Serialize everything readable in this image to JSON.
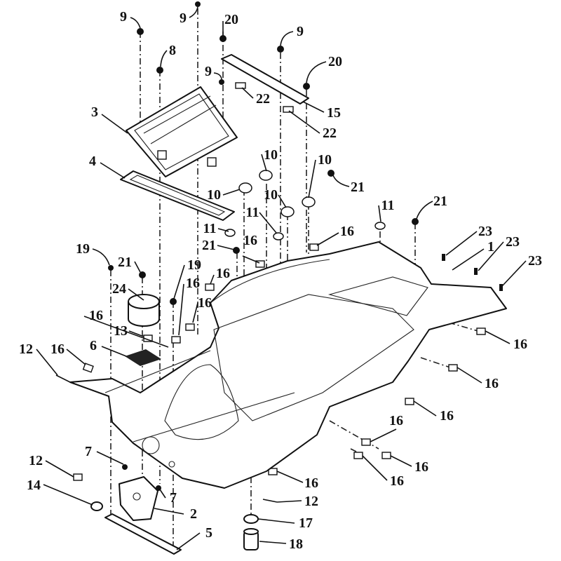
{
  "diagram": {
    "type": "exploded parts diagram",
    "callouts": [
      "9",
      "9",
      "20",
      "9",
      "8",
      "9",
      "20",
      "22",
      "15",
      "3",
      "22",
      "4",
      "10",
      "10",
      "21",
      "10",
      "10",
      "11",
      "21",
      "11",
      "11",
      "16",
      "23",
      "1",
      "23",
      "21",
      "16",
      "19",
      "21",
      "19",
      "16",
      "23",
      "16",
      "16",
      "24",
      "16",
      "13",
      "6",
      "12",
      "16",
      "16",
      "16",
      "16",
      "16",
      "7",
      "12",
      "16",
      "16",
      "16",
      "14",
      "7",
      "12",
      "2",
      "17",
      "5",
      "18"
    ],
    "colors": {
      "ink": "#111111",
      "paper": "#ffffff"
    }
  }
}
